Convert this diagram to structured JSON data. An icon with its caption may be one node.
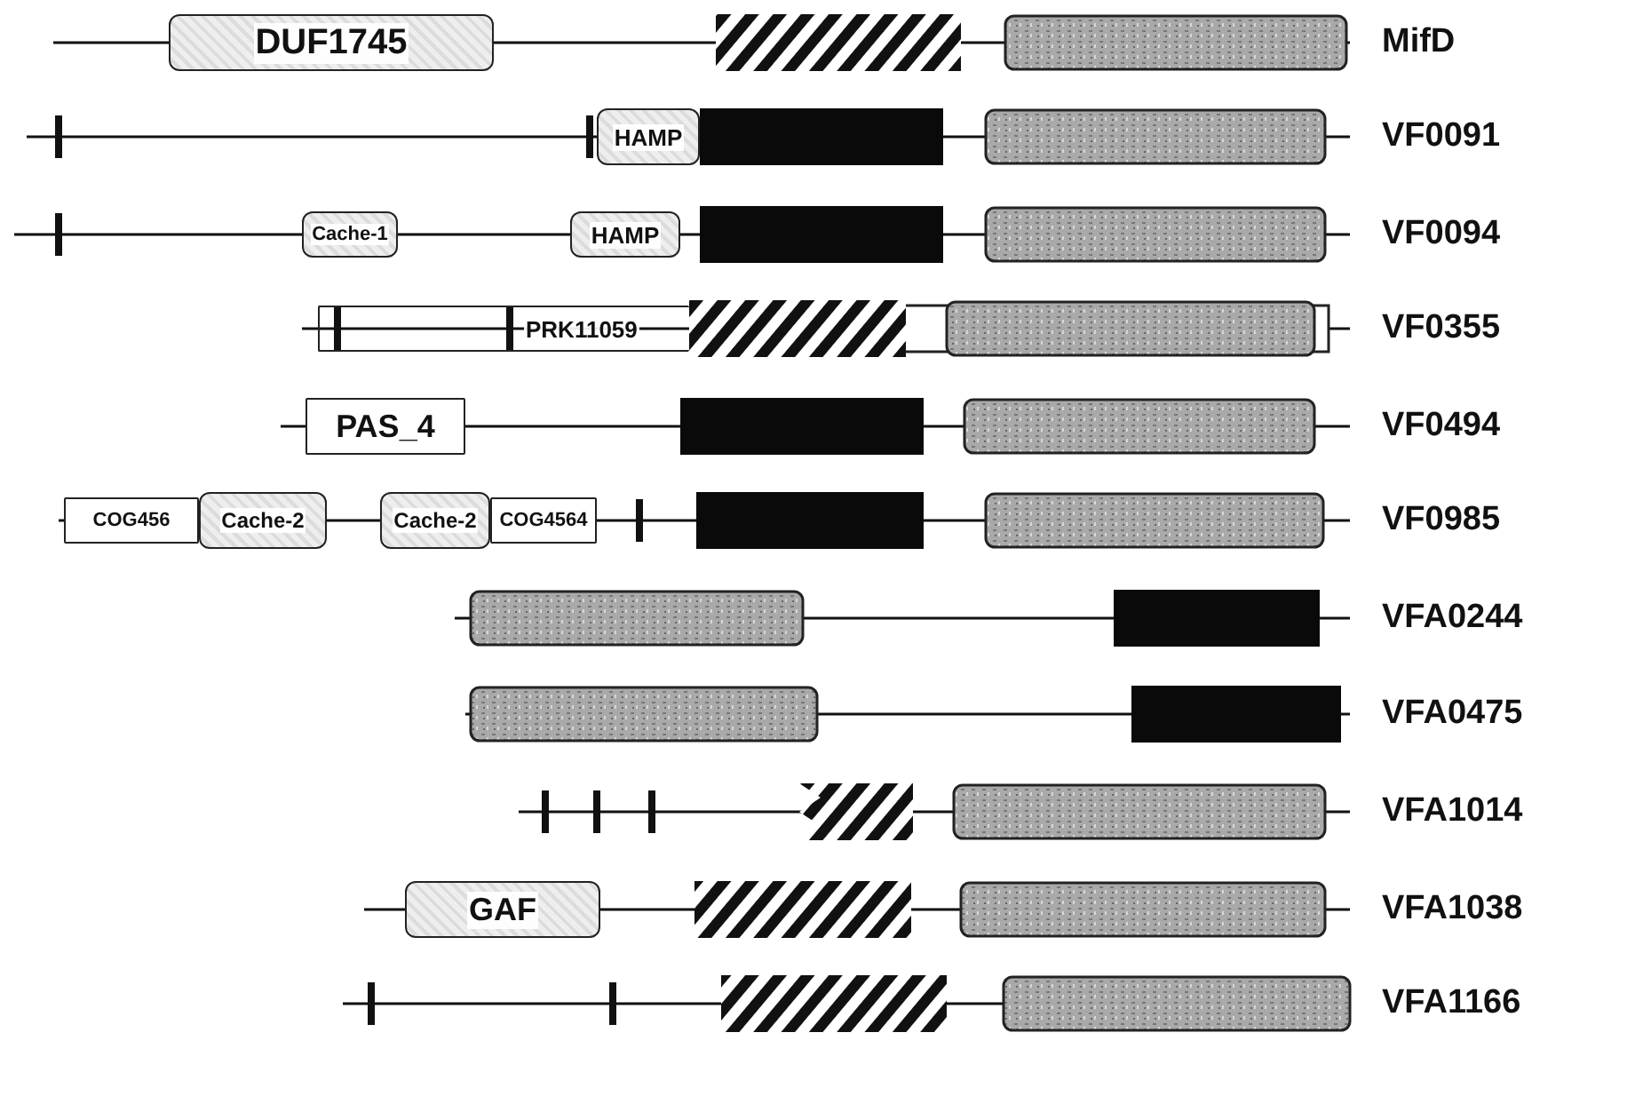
{
  "diagram": {
    "nodes": [
      {
        "text": [
          "DUF1745"
        ]
      },
      {
        "text": [
          "HAMP"
        ]
      },
      {
        "text": [
          "Cache-1"
        ]
      },
      {
        "text": [
          "HAMP"
        ]
      },
      {
        "text": [
          "PRK11059"
        ]
      },
      {
        "text": [
          "PAS_4"
        ]
      },
      {
        "text": [
          "COG456"
        ]
      },
      {
        "text": [
          "Cache-2"
        ]
      },
      {
        "text": [
          "Cache-2"
        ]
      },
      {
        "text": [
          "COG4564"
        ]
      },
      {
        "text": [
          "GAF"
        ]
      }
    ],
    "labels": [
      "MifD",
      "VF0091",
      "VF0094",
      "VF0355",
      "VF0494",
      "VF0985",
      "VFA0244",
      "VFA0475",
      "VFA1014",
      "VFA1038",
      "VFA1166"
    ]
  }
}
